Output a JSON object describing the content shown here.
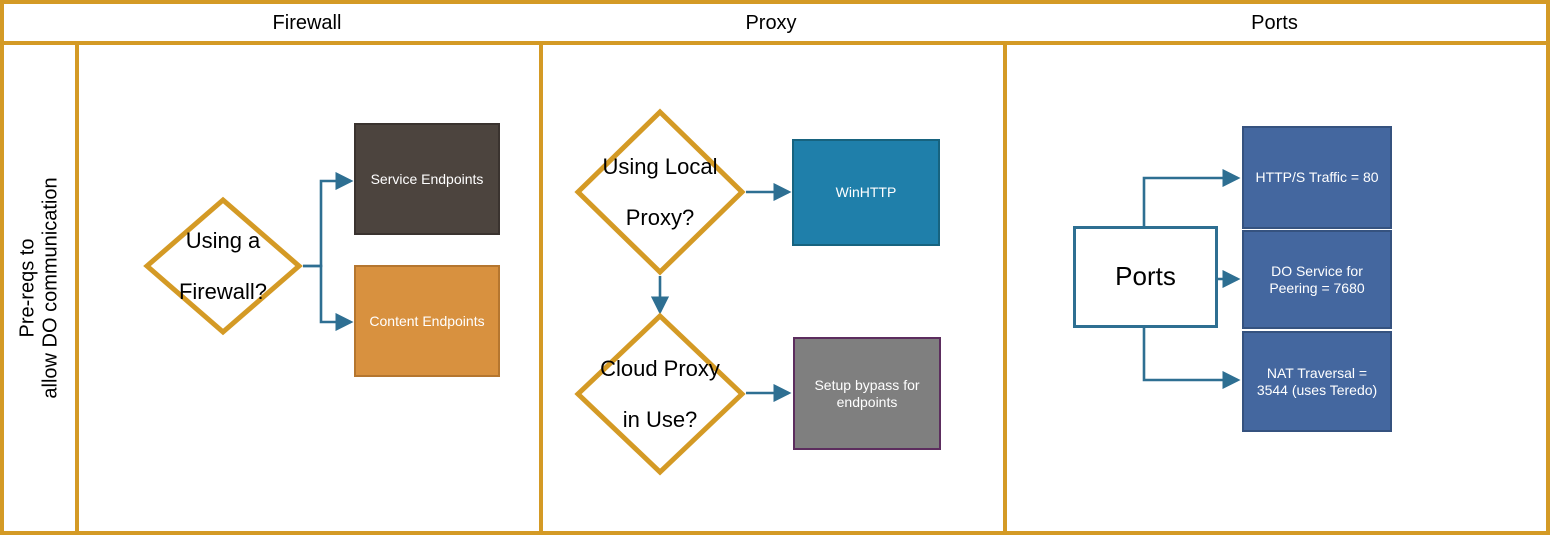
{
  "frame": {
    "border_color": "#d49a25",
    "side_label_line1": "Pre-reqs to",
    "side_label_line2": "allow DO communication",
    "side_label_full": "Pre-reqs to\nallow DO communication"
  },
  "columns": [
    {
      "id": "firewall",
      "title": "Firewall"
    },
    {
      "id": "proxy",
      "title": "Proxy"
    },
    {
      "id": "ports",
      "title": "Ports"
    }
  ],
  "firewall": {
    "decision": {
      "label": "Using a\nFirewall?",
      "line1": "Using a",
      "line2": "Firewall?",
      "fill": "#ffffff",
      "stroke": "#d49a25"
    },
    "outputs": [
      {
        "label": "Service Endpoints",
        "fill": "#4c443e",
        "stroke": "#3a332f",
        "text_color": "#ffffff"
      },
      {
        "label": "Content Endpoints",
        "fill": "#d8913f",
        "stroke": "#b5762f",
        "text_color": "#ffffff"
      }
    ]
  },
  "proxy": {
    "decision_local": {
      "label": "Using Local\nProxy?",
      "line1": "Using Local",
      "line2": "Proxy?",
      "fill": "#ffffff",
      "stroke": "#d49a25"
    },
    "decision_cloud": {
      "label": "Cloud Proxy\nin Use?",
      "line1": "Cloud Proxy",
      "line2": "in Use?",
      "fill": "#ffffff",
      "stroke": "#d49a25"
    },
    "output_local": {
      "label": "WinHTTP",
      "fill": "#1f7faa",
      "stroke": "#17637f",
      "text_color": "#ffffff"
    },
    "output_cloud": {
      "label": "Setup bypass for\nendpoints",
      "fill": "#7f7f7f",
      "stroke": "#5c2d5e",
      "text_color": "#ffffff"
    }
  },
  "ports": {
    "hub": {
      "label": "Ports",
      "fill": "#ffffff",
      "stroke": "#2e6f92",
      "text_color": "#000000"
    },
    "items": [
      {
        "label": "HTTP/S Traffic = 80",
        "fill": "#44679f",
        "stroke": "#35527f",
        "text_color": "#ffffff"
      },
      {
        "label": "DO Service for\nPeering = 7680",
        "fill": "#44679f",
        "stroke": "#35527f",
        "text_color": "#ffffff"
      },
      {
        "label": "NAT Traversal =\n3544 (uses Teredo)",
        "fill": "#44679f",
        "stroke": "#35527f",
        "text_color": "#ffffff"
      }
    ]
  },
  "connector_color": "#2e6f92"
}
